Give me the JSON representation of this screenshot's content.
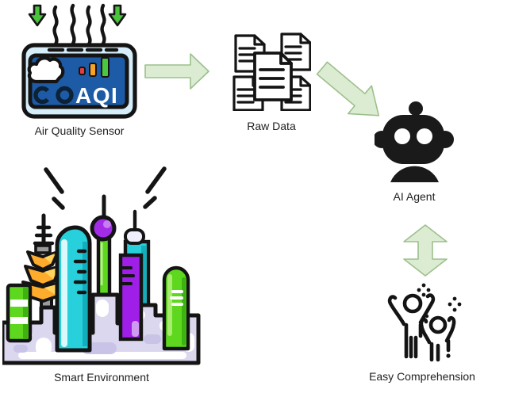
{
  "nodes": {
    "air_quality_sensor": {
      "label": "Air Quality Sensor",
      "icon": "air-quality-sensor-icon",
      "screen_text": "AQI"
    },
    "raw_data": {
      "label": "Raw Data",
      "icon": "documents-icon"
    },
    "ai_agent": {
      "label": "AI Agent",
      "icon": "robot-icon"
    },
    "easy_comprehension": {
      "label": "Easy Comprehension",
      "icon": "celebrating-people-icon"
    },
    "smart_environment": {
      "label": "Smart Environment",
      "icon": "smart-city-icon"
    }
  },
  "arrows": {
    "fill": "#dcecd3",
    "stroke": "#9cc08b",
    "connections": [
      {
        "from": "air_quality_sensor",
        "to": "raw_data",
        "direction": "right"
      },
      {
        "from": "raw_data",
        "to": "ai_agent",
        "direction": "down-right"
      },
      {
        "from": "ai_agent",
        "to": "easy_comprehension",
        "direction": "bidirectional-vertical"
      }
    ]
  },
  "colors": {
    "outline": "#141414",
    "sensor_body": "#d6edfa",
    "sensor_screen": "#1e5ba6",
    "aqi_bar_red": "#e43d3d",
    "aqi_bar_orange": "#f7a325",
    "aqi_bar_green": "#4cc83e",
    "intake_arrow_green": "#49c43b",
    "robot_black": "#1a1a1a",
    "city_cyan": "#28d0dc",
    "city_green": "#5ed81f",
    "city_purple": "#a01fe8",
    "city_orange": "#ffab2b",
    "city_base_lavender": "#dbd7ef"
  }
}
